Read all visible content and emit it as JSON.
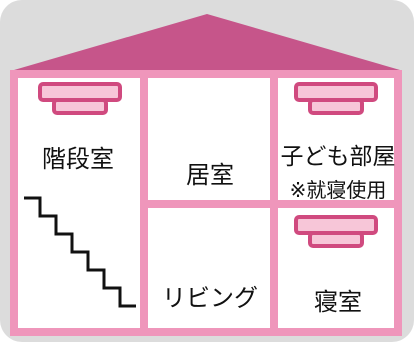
{
  "colors": {
    "roof": "#c6558a",
    "wall": "#ef96bb",
    "background": "#dcdcdc",
    "room": "#ffffff",
    "detector_fill": "#f7c6d8",
    "detector_stroke": "#d04a7f",
    "stairs": "#111111"
  },
  "detectors": {
    "icon": "smoke-detector-icon",
    "count": 3
  },
  "rooms": {
    "stairwell": {
      "label": "階段室"
    },
    "living_room_upper": {
      "label": "居室"
    },
    "living_room_lower": {
      "label": "リビング"
    },
    "kids_room": {
      "label": "子ども部屋",
      "note": "※就寝使用"
    },
    "bedroom": {
      "label": "寝室"
    }
  }
}
